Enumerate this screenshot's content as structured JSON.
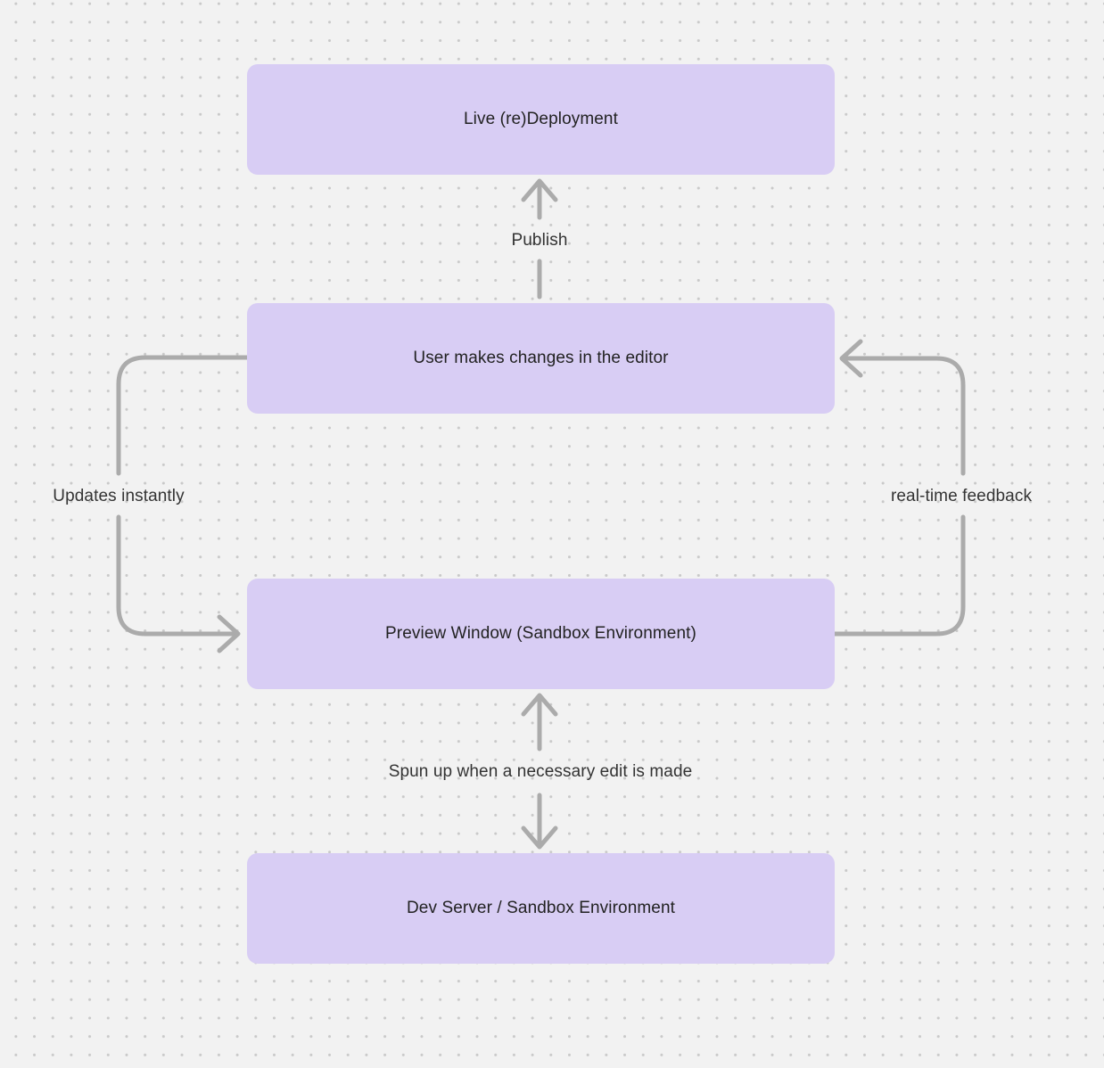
{
  "diagram": {
    "nodes": [
      {
        "id": "live-deployment",
        "label": "Live (re)Deployment"
      },
      {
        "id": "user-editor",
        "label": "User makes changes in the editor"
      },
      {
        "id": "preview-window",
        "label": "Preview Window (Sandbox Environment)"
      },
      {
        "id": "dev-server",
        "label": "Dev Server / Sandbox Environment"
      }
    ],
    "edges": [
      {
        "id": "publish",
        "from": "user-editor",
        "to": "live-deployment",
        "label": "Publish"
      },
      {
        "id": "updates-instantly",
        "from": "user-editor",
        "to": "preview-window",
        "label": "Updates instantly"
      },
      {
        "id": "real-time-feedback",
        "from": "preview-window",
        "to": "user-editor",
        "label": "real-time feedback"
      },
      {
        "id": "spun-up",
        "from": "dev-server",
        "to": "preview-window",
        "label": "Spun up when a necessary edit is made",
        "bidirectional": true
      }
    ],
    "colors": {
      "background": "#f2f2f2",
      "dot": "#c9c9c9",
      "node_fill": "#d8cdf4",
      "node_text": "#222222",
      "edge_label_text": "#333333",
      "arrow": "#ababab"
    }
  }
}
